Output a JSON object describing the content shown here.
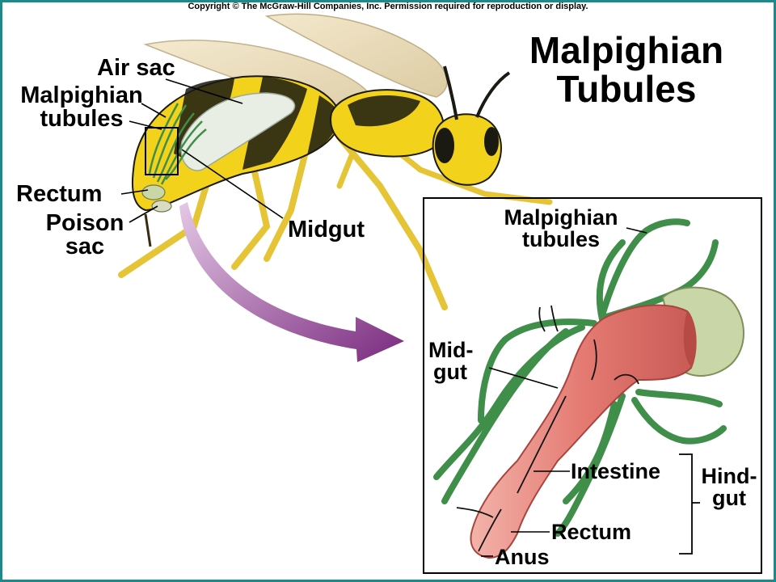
{
  "copyright": "Copyright © The McGraw-Hill Companies, Inc. Permission required for reproduction or display.",
  "title": [
    "Malpighian",
    "Tubules"
  ],
  "wasp_labels": {
    "air_sac": "Air sac",
    "malpighian": [
      "Malpighian",
      "tubules"
    ],
    "rectum": "Rectum",
    "poison_sac": [
      "Poison",
      "sac"
    ],
    "midgut": "Midgut"
  },
  "inset_labels": {
    "malpighian": [
      "Malpighian",
      "tubules"
    ],
    "midgut": [
      "Mid-",
      "gut"
    ],
    "intestine": "Intestine",
    "hindgut": [
      "Hind-",
      "gut"
    ],
    "rectum": "Rectum",
    "anus": "Anus"
  },
  "colors": {
    "frame": "#1a8a8a",
    "wasp_yellow": "#f2d21a",
    "wasp_black": "#1a1a12",
    "tubule_green": "#3f8f4a",
    "gut_pink": "#e88a82",
    "arrow_purple": "#8a3a8c"
  }
}
